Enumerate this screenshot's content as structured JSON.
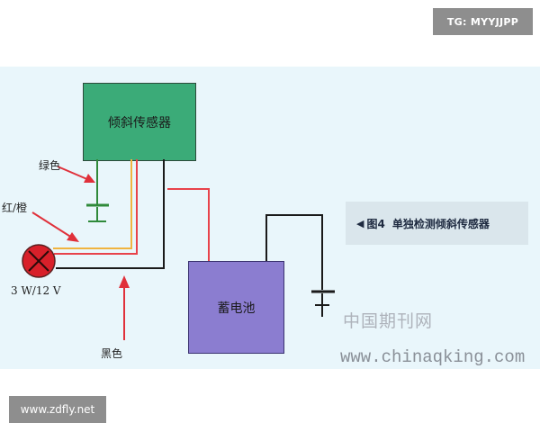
{
  "watermarks": {
    "top_right": "TG: MYYJJPP",
    "bottom_left": "www.zdfly.net",
    "site_cn": "中国期刊网",
    "site_url": "www.chinaqking.com"
  },
  "diagram": {
    "sensor_label": "倾斜传感器",
    "battery_label": "蓄电池",
    "caption_marker": "◀",
    "caption_figure": "图4",
    "caption_text": "单独检测倾斜传感器",
    "labels": {
      "green": "绿色",
      "red_orange": "红/橙",
      "lamp": "3 W/12 V",
      "black": "黑色"
    },
    "colors": {
      "sensor_fill": "#3bab78",
      "battery_fill": "#8b7dd0",
      "red_wire": "#e8424a",
      "orange_wire": "#f0b440",
      "black_wire": "#1a1a1a",
      "green_wire": "#2f8a3a",
      "lamp_fill": "#d8202a",
      "pointer_arrow": "#e0303a"
    }
  }
}
